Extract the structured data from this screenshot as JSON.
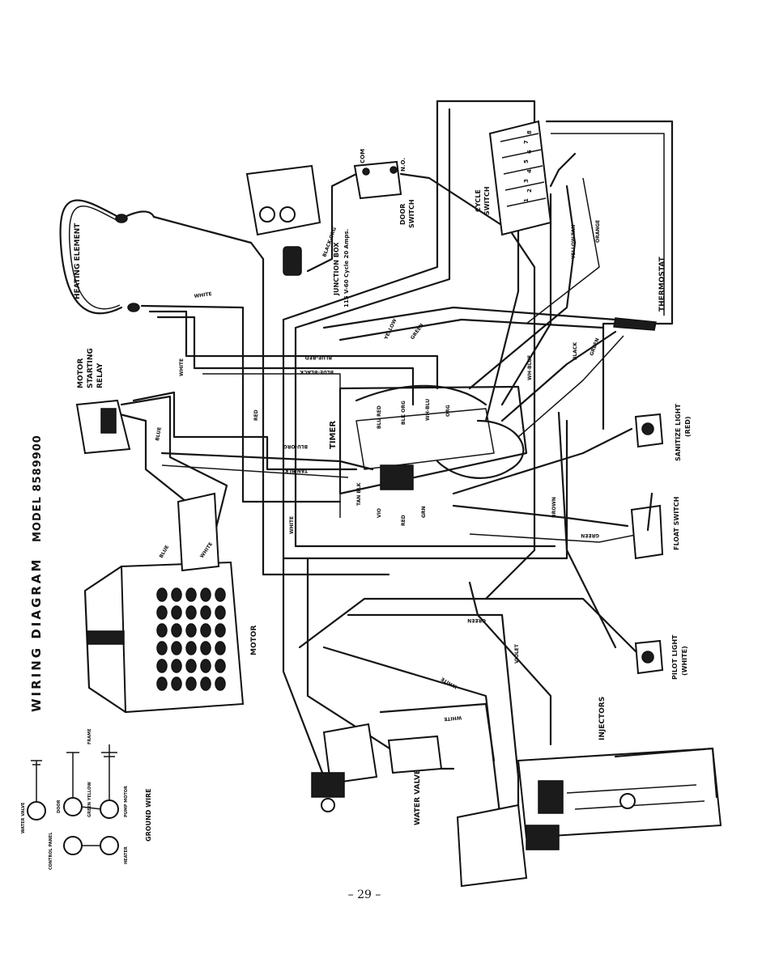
{
  "title": "WIRING DIAGRAM",
  "model": "MODEL 8589900",
  "page_number": "– 29 –",
  "components": {
    "heating_element": "HEATING ELEMENT",
    "motor_starting_relay": [
      "MOTOR",
      "STARTING",
      "RELAY"
    ],
    "motor": "MOTOR",
    "junction_box": [
      "JUNCTION BOX",
      "115 V-60 Cycle 20 Amps."
    ],
    "door_switch": [
      "DOOR",
      "SWITCH"
    ],
    "door_com": "COM",
    "door_no": "N.O.",
    "cycle_switch": [
      "CYCLE",
      "SWITCH"
    ],
    "cycle_terminals": [
      "1",
      "2",
      "3",
      "4",
      "5",
      "6",
      "7",
      "8"
    ],
    "thermostat": "THERMOSTAT",
    "timer": "TIMER",
    "sanitize_light": [
      "SANITIZE LIGHT",
      "(RED)"
    ],
    "float_switch": "FLOAT SWITCH",
    "pilot_light": [
      "PILOT LIGHT",
      "(WHITE)"
    ],
    "injectors": "INJECTORS",
    "water_valve": "WATER VALVE"
  },
  "wire_labels": {
    "white_top": "WHITE",
    "white_relay": "WHITE",
    "black_org": "BLACK-ORG",
    "blue_red": "BLUE-RED",
    "blue_black": "BLUE-BLACK",
    "yellow": "YELLOW",
    "green": "GREEN",
    "wh_blue": "WH-BLUE",
    "black": "BLACK",
    "green_th": "GREEN",
    "yellow_tan": "YELLOW-TAN",
    "orange": "ORANGE",
    "red": "RED",
    "blue": "BLUE",
    "white_mid": "WHITE",
    "brown": "BROWN",
    "green_float": "GREEN",
    "green_bottom": "GREEN",
    "violet": "VIOLET",
    "white_low": "WHITE",
    "white_valve": "WHITE",
    "blue_motor": "BLUE",
    "white_motor": "WHITE",
    "blu_org": "BLU-ORG",
    "tan_blk": "TAN BLK"
  },
  "timer_labels": [
    "BLU RED",
    "BLK ORG",
    "WH-BLU",
    "ORG",
    "TAN BLK",
    "VIO",
    "RED",
    "GRN"
  ],
  "ground_legend": {
    "title": "GROUND WIRE",
    "items": [
      "WATER VALVE",
      "DOOR",
      "CONTROL PANEL",
      "GREEN YELLOW",
      "FRAME",
      "PUMP MOTOR",
      "HEATER"
    ]
  }
}
